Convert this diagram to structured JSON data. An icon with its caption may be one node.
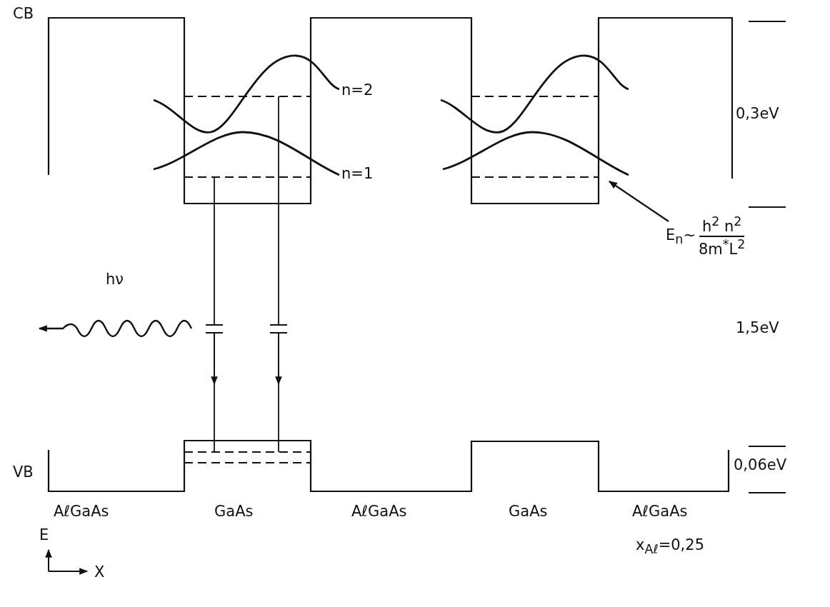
{
  "diagram": {
    "nodes": [
      {
        "text": [
          "E$_{n}$~",
          "h$^{2}$ n$^{2}$",
          "8m$^{*}$L$^{2}$"
        ]
      },
      {
        "text": [],
        "shape": "curve"
      }
    ],
    "edges": [
      {
        "from": 0,
        "to": 1,
        "arrow": "to"
      }
    ],
    "labels": [
      "CB",
      "n=2",
      "n=1",
      "0,3eV",
      "hν",
      "1,5eV",
      "VB",
      "0,06eV",
      "AℓGaAs",
      "GaAs",
      "AℓGaAs",
      "GaAs",
      "AℓGaAs",
      "E",
      "x$_{Aℓ}$=0,25",
      "X"
    ]
  }
}
